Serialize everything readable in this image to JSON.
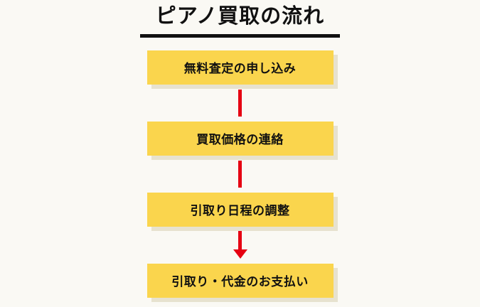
{
  "page": {
    "title": "ピアノ買取の流れ",
    "background_color": "#faf9f4"
  },
  "colors": {
    "box_fill": "#fad54d",
    "box_shadow": "#e7e2cf",
    "arrow_red": "#e60012",
    "text": "#111111",
    "title_underline": "#111111"
  },
  "flow": {
    "steps": [
      {
        "label": "無料査定の申し込み"
      },
      {
        "label": "買取価格の連絡"
      },
      {
        "label": "引取り日程の調整"
      },
      {
        "label": "引取り・代金のお支払い"
      }
    ],
    "connectors": [
      {
        "style": "line"
      },
      {
        "style": "line"
      },
      {
        "style": "line-with-arrowhead"
      }
    ]
  }
}
